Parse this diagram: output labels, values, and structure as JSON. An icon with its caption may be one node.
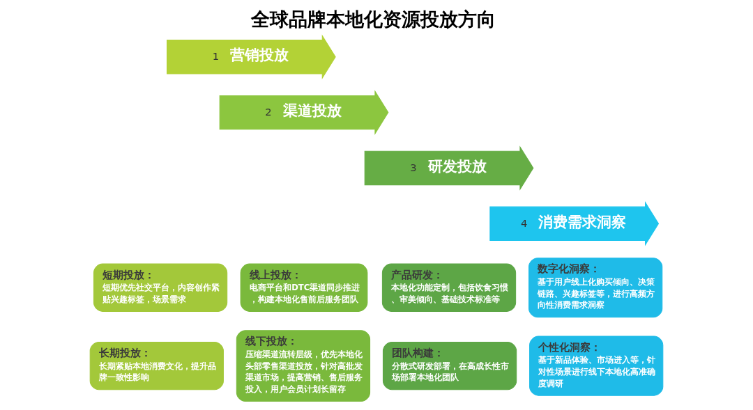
{
  "diagram": {
    "title": "全球品牌本地化资源投放方向",
    "nodes": [
      {
        "text": [
          "1",
          "营销投放"
        ]
      },
      {
        "text": [
          "2",
          "渠道投放"
        ]
      },
      {
        "text": [
          "3",
          "研发投放"
        ]
      },
      {
        "text": [
          "4",
          "消费需求洞察"
        ]
      },
      {
        "text": [
          "短期投放：",
          "短期优先社交平台，内容创作紧贴兴趣标签，场景需求"
        ]
      },
      {
        "text": [
          "长期投放：",
          "长期紧贴本地消费文化，提升品牌一致性影响"
        ]
      },
      {
        "text": [
          "线上投放：",
          "电商平台和DTC渠道同步推进，构建本地化售前后服务团队"
        ]
      },
      {
        "text": [
          "线下投放：",
          "压缩渠道流转层级，优先本地化头部零售渠道投放，针对高批发渠道市场，提高营销、售后服务投入，用户会员计划长留存"
        ]
      },
      {
        "text": [
          "产品研发：",
          "本地化功能定制，包括饮食习惯、审美倾向、基础技术标准等"
        ]
      },
      {
        "text": [
          "团队构建：",
          "分散式研发部署，在高成长性市场部署本地化团队"
        ]
      },
      {
        "text": [
          "数字化洞察：",
          "基于用户线上化购买倾向、决策链路、兴趣标签等，进行高频方向性消费需求洞察"
        ]
      },
      {
        "text": [
          "个性化洞察：",
          "基于新品体验、市场进入等，针对性场景进行线下本地化高准确度调研"
        ]
      }
    ],
    "edges": []
  }
}
